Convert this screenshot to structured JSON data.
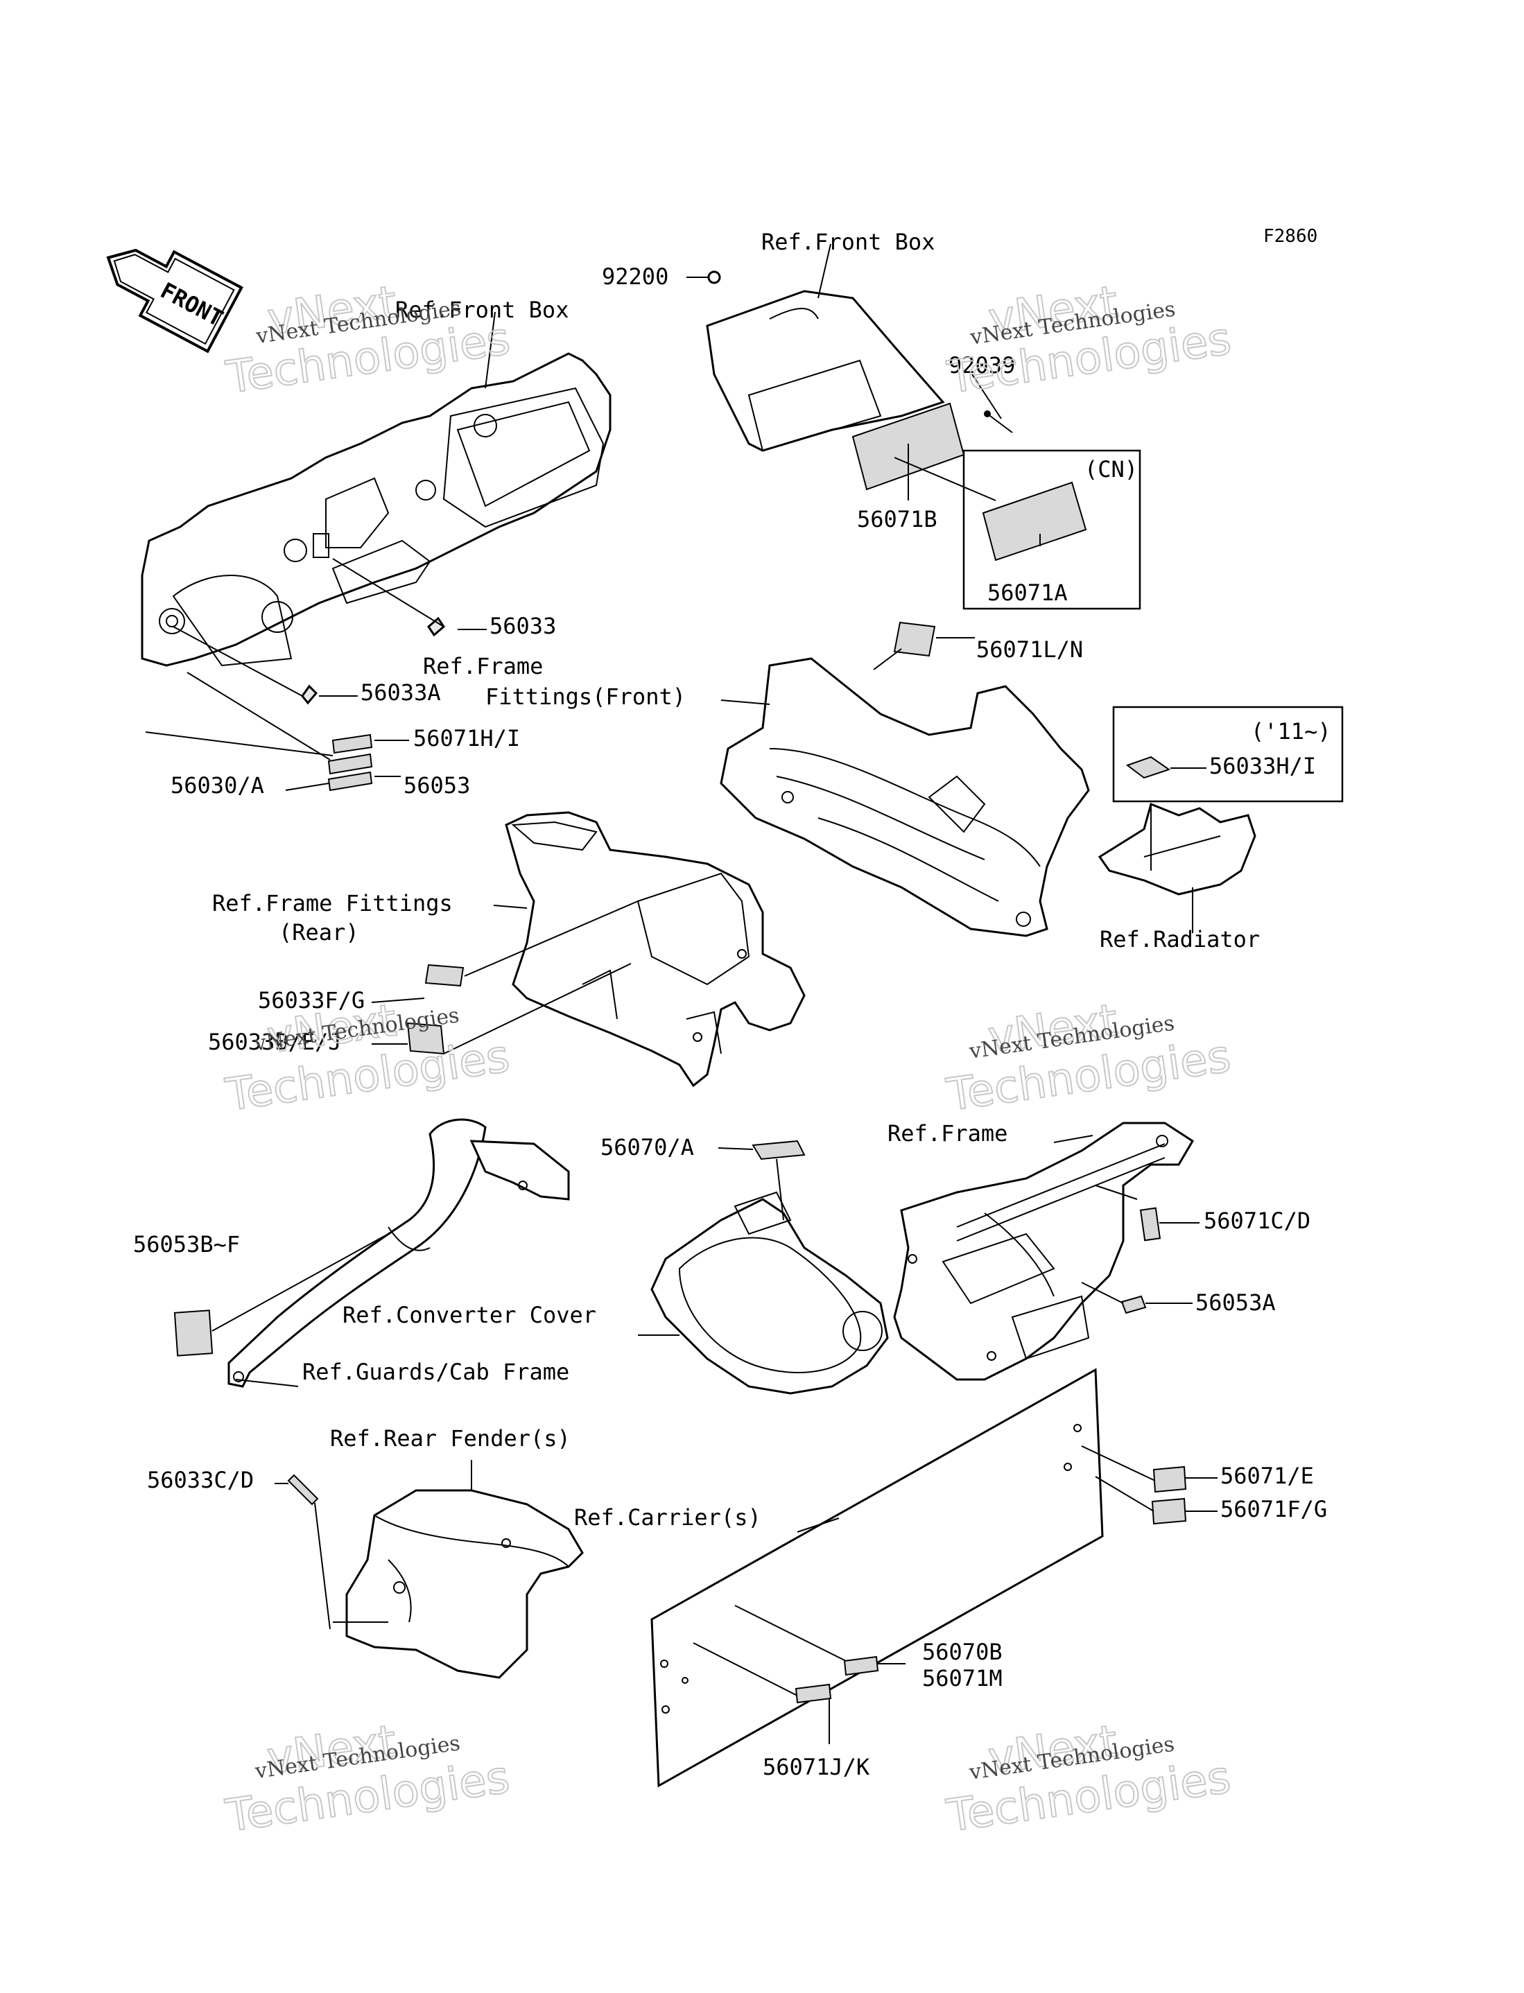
{
  "figure_id": "F2860",
  "front_arrow": "FRONT",
  "watermark": {
    "line1": "vNext Technologies",
    "line2": "vNext",
    "line3": "Technologies"
  },
  "labels": {
    "p92200": "92200",
    "ref_front_box_top": "Ref.Front Box",
    "ref_front_box_left": "Ref.Front Box",
    "p92039": "92039",
    "cn": "(CN)",
    "p56071B": "56071B",
    "p56071A": "56071A",
    "p56033": "56033",
    "ref_frame_fittings_front_1": "Ref.Frame",
    "ref_frame_fittings_front_2": "Fittings(Front)",
    "p56071LN": "56071L/N",
    "p56033A": "56033A",
    "p56071HI": "56071H/I",
    "p56030A": "56030/A",
    "p56053": "56053",
    "year11": "('11~)",
    "p56033HI": "56033H/I",
    "ref_radiator": "Ref.Radiator",
    "ref_frame_fittings_rear_1": "Ref.Frame Fittings",
    "ref_frame_fittings_rear_2": "(Rear)",
    "p56033FG": "56033F/G",
    "p56033BEJ": "56033B/E/J",
    "p56070A": "56070/A",
    "ref_frame": "Ref.Frame",
    "p56071CD": "56071C/D",
    "p56053BF": "56053B~F",
    "ref_converter_cover": "Ref.Converter Cover",
    "p56053A": "56053A",
    "ref_guards_cab_frame": "Ref.Guards/Cab Frame",
    "ref_rear_fender": "Ref.Rear Fender(s)",
    "p56033CD": "56033C/D",
    "p56071E": "56071/E",
    "ref_carriers": "Ref.Carrier(s)",
    "p56071FG": "56071F/G",
    "p56070B": "56070B",
    "p56071M": "56071M",
    "p56071JK": "56071J/K"
  }
}
